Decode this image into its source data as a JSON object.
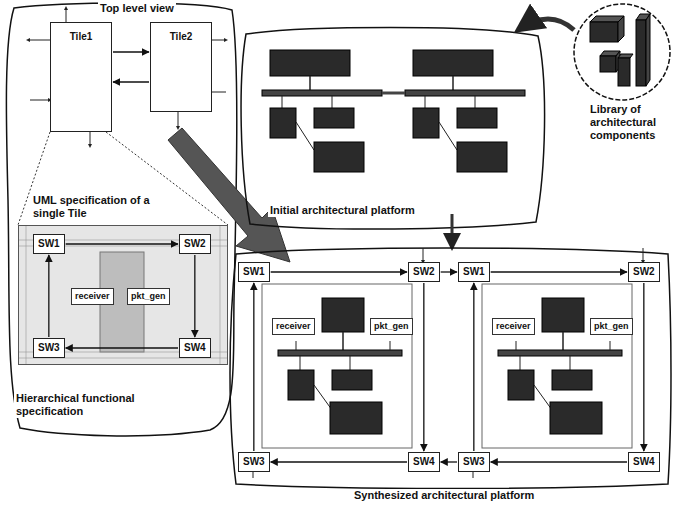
{
  "diagram": {
    "nodes": [
      {
        "text": [
          "Tile1"
        ]
      },
      {
        "text": [
          "Tile2"
        ]
      },
      {
        "text": [
          "UML specification of a single Tile"
        ]
      },
      {
        "text": [
          "SW1"
        ],
        "in": 2
      },
      {
        "text": [
          "SW2"
        ],
        "in": 2
      },
      {
        "text": [
          "receiver"
        ],
        "in": 2
      },
      {
        "text": [
          "pkt_gen"
        ],
        "in": 2
      },
      {
        "text": [
          "SW3"
        ],
        "in": 2
      },
      {
        "text": [
          "SW4"
        ],
        "in": 2
      },
      {
        "text": [
          "SW1"
        ]
      },
      {
        "text": [
          "SW2"
        ]
      },
      {
        "text": [
          "SW1"
        ]
      },
      {
        "text": [
          "SW2"
        ]
      },
      {
        "text": [
          "receiver"
        ]
      },
      {
        "text": [
          "pkt_gen"
        ]
      },
      {
        "text": [
          "receiver"
        ]
      },
      {
        "text": [
          "pkt_gen"
        ]
      },
      {
        "text": [
          "SW3"
        ]
      },
      {
        "text": [
          "SW4"
        ]
      },
      {
        "text": [
          "SW3"
        ]
      },
      {
        "text": [
          "SW4"
        ]
      }
    ],
    "edges": [
      {
        "from": 0,
        "to": 1,
        "arrow": "to"
      },
      {
        "from": 1,
        "to": 0,
        "arrow": "to"
      },
      {
        "from": 3,
        "to": 4,
        "arrow": "to"
      },
      {
        "from": 4,
        "to": 8,
        "arrow": "to"
      },
      {
        "from": 8,
        "to": 7,
        "arrow": "to"
      },
      {
        "from": 7,
        "to": 3,
        "arrow": "to"
      },
      {
        "from": 9,
        "to": 10,
        "arrow": "to"
      },
      {
        "from": 10,
        "to": 18,
        "arrow": "to"
      },
      {
        "from": 18,
        "to": 17,
        "arrow": "to"
      },
      {
        "from": 17,
        "to": 9,
        "arrow": "to"
      },
      {
        "from": 11,
        "to": 12,
        "arrow": "to"
      },
      {
        "from": 12,
        "to": 20,
        "arrow": "to"
      },
      {
        "from": 20,
        "to": 19,
        "arrow": "to"
      },
      {
        "from": 19,
        "to": 11,
        "arrow": "to"
      },
      {
        "from": 10,
        "to": 11,
        "arrow": "to"
      },
      {
        "from": 19,
        "to": 18,
        "arrow": "to"
      }
    ],
    "labels": [
      "Top level view",
      "Hierarchical functional specification",
      "Initial architectural platform",
      "Library of architectural components",
      "Synthesized architectural platform"
    ]
  }
}
